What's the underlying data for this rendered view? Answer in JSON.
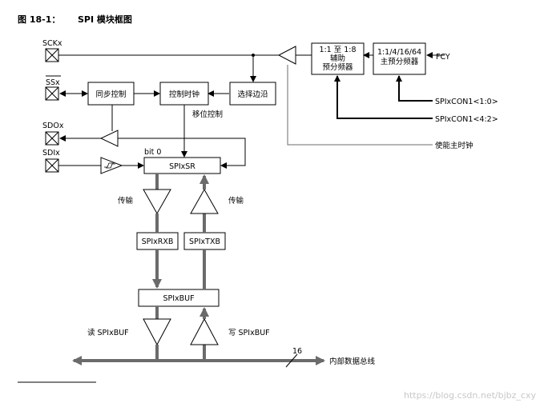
{
  "title": {
    "figure": "图 18-1：",
    "name": "SPI 模块框图"
  },
  "pins": {
    "sck": "SCKx",
    "ss": "SSx",
    "sdo": "SDOx",
    "sdi": "SDIx"
  },
  "blocks": {
    "sync_control": "同步控制",
    "clock_control": "控制时钟",
    "edge_select": "选择边沿",
    "shift_control": "移位控制",
    "secondary_prescaler": [
      "1:1 至 1:8",
      "辅助",
      "预分频器"
    ],
    "primary_prescaler": [
      "1:1/4/16/64",
      "主预分频器"
    ],
    "shift_register": "SPIxSR",
    "rx_buffer": "SPIxRXB",
    "tx_buffer": "SPIxTXB",
    "buffer": "SPIxBUF"
  },
  "labels": {
    "fcy": "FCY",
    "con_low": "SPIxCON1<1:0>",
    "con_high": "SPIxCON1<4:2>",
    "enable_master_clock": "使能主时钟",
    "bit0": "bit 0",
    "transfer_left": "传输",
    "transfer_right": "传输",
    "read_buf": "读 SPIxBUF",
    "write_buf": "写 SPIxBUF",
    "bus_width": "16",
    "internal_bus": "内部数据总线"
  },
  "watermark": "https://blog.csdn.net/bjbz_cxy",
  "colors": {
    "line": "#000000",
    "thick_line": "#6b6b6b",
    "watermark": "#c8c8c8"
  }
}
